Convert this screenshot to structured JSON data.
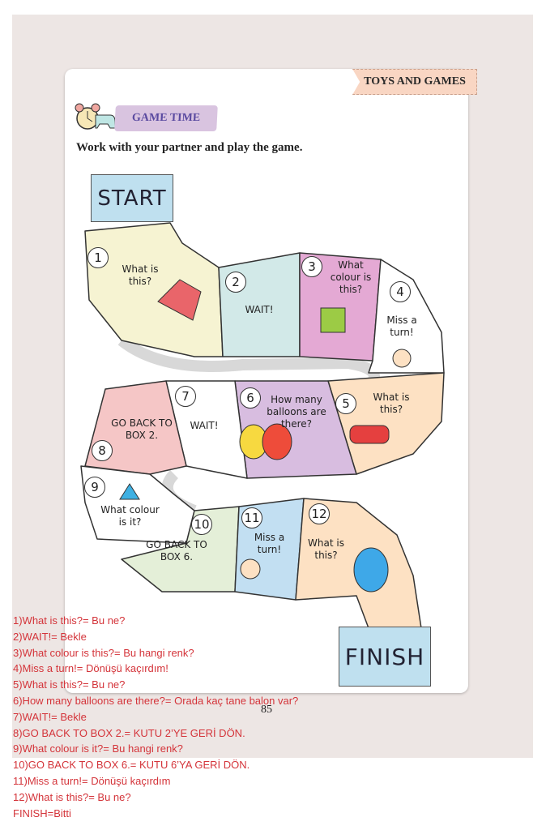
{
  "header": {
    "unit_title": "TOYS AND GAMES",
    "section_label": "GAME TIME",
    "instruction": "Work with your partner and play the game."
  },
  "board": {
    "start": "START",
    "finish": "FINISH",
    "cells": [
      {
        "number": "1",
        "text": "What is this?"
      },
      {
        "number": "2",
        "text": "WAIT!"
      },
      {
        "number": "3",
        "text": "What colour is this?"
      },
      {
        "number": "4",
        "text": "Miss a turn!"
      },
      {
        "number": "5",
        "text": "What is this?"
      },
      {
        "number": "6",
        "text": "How many balloons are there?"
      },
      {
        "number": "7",
        "text": "WAIT!"
      },
      {
        "number": "8",
        "text": "GO BACK TO BOX 2."
      },
      {
        "number": "9",
        "text": "What colour is it?"
      },
      {
        "number": "10",
        "text": "GO BACK TO BOX 6."
      },
      {
        "number": "11",
        "text": "Miss a turn!"
      },
      {
        "number": "12",
        "text": "What is this?"
      }
    ]
  },
  "page_number": "85",
  "translations": [
    "1)What is  this?= Bu ne?",
    "2)WAIT!= Bekle",
    "3)What colour is this?= Bu hangi renk?",
    "4)Miss a turn!= Dönüşü kaçırdım!",
    "5)What is this?= Bu ne?",
    "6)How many balloons are  there?= Orada kaç tane balon var?",
    "7)WAIT!= Bekle",
    "8)GO BACK TO BOX 2.= KUTU 2’YE GERİ DÖN.",
    "9)What colour is it?= Bu hangi renk?",
    "10)GO BACK TO BOX 6.= KUTU 6’YA GERİ DÖN.",
    "11)Miss a turn!= Dönüşü kaçırdım",
    "12)What is this?= Bu ne?",
    "FINISH=Bitti"
  ]
}
